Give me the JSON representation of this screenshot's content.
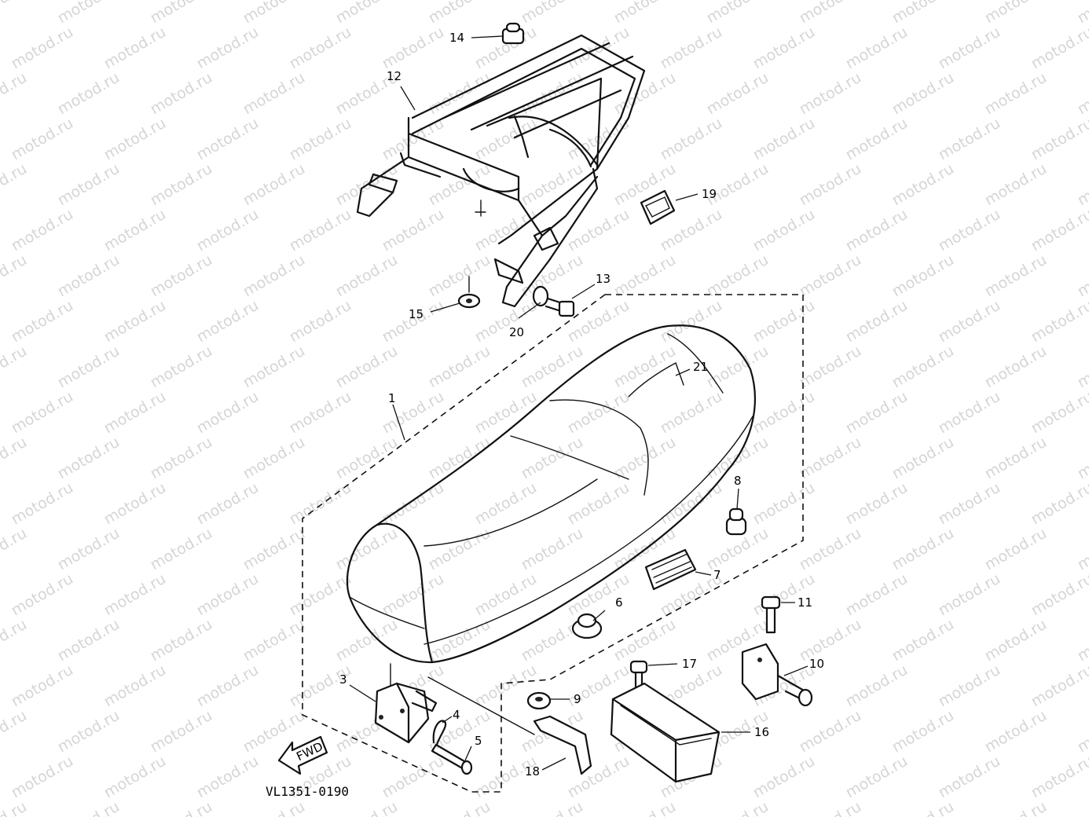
{
  "watermark": "motod.ru",
  "diagram_code": "VL1351-0190",
  "fwd_label": "FWD",
  "callouts": [
    {
      "id": "p1",
      "label": "1"
    },
    {
      "id": "p3",
      "label": "3"
    },
    {
      "id": "p4",
      "label": "4"
    },
    {
      "id": "p5",
      "label": "5"
    },
    {
      "id": "p6",
      "label": "6"
    },
    {
      "id": "p7",
      "label": "7"
    },
    {
      "id": "p8",
      "label": "8"
    },
    {
      "id": "p9",
      "label": "9"
    },
    {
      "id": "p10",
      "label": "10"
    },
    {
      "id": "p11",
      "label": "11"
    },
    {
      "id": "p12",
      "label": "12"
    },
    {
      "id": "p13",
      "label": "13"
    },
    {
      "id": "p14",
      "label": "14"
    },
    {
      "id": "p15",
      "label": "15"
    },
    {
      "id": "p16",
      "label": "16"
    },
    {
      "id": "p17",
      "label": "17"
    },
    {
      "id": "p18",
      "label": "18"
    },
    {
      "id": "p19",
      "label": "19"
    },
    {
      "id": "p20",
      "label": "20"
    },
    {
      "id": "p21",
      "label": "21"
    }
  ]
}
